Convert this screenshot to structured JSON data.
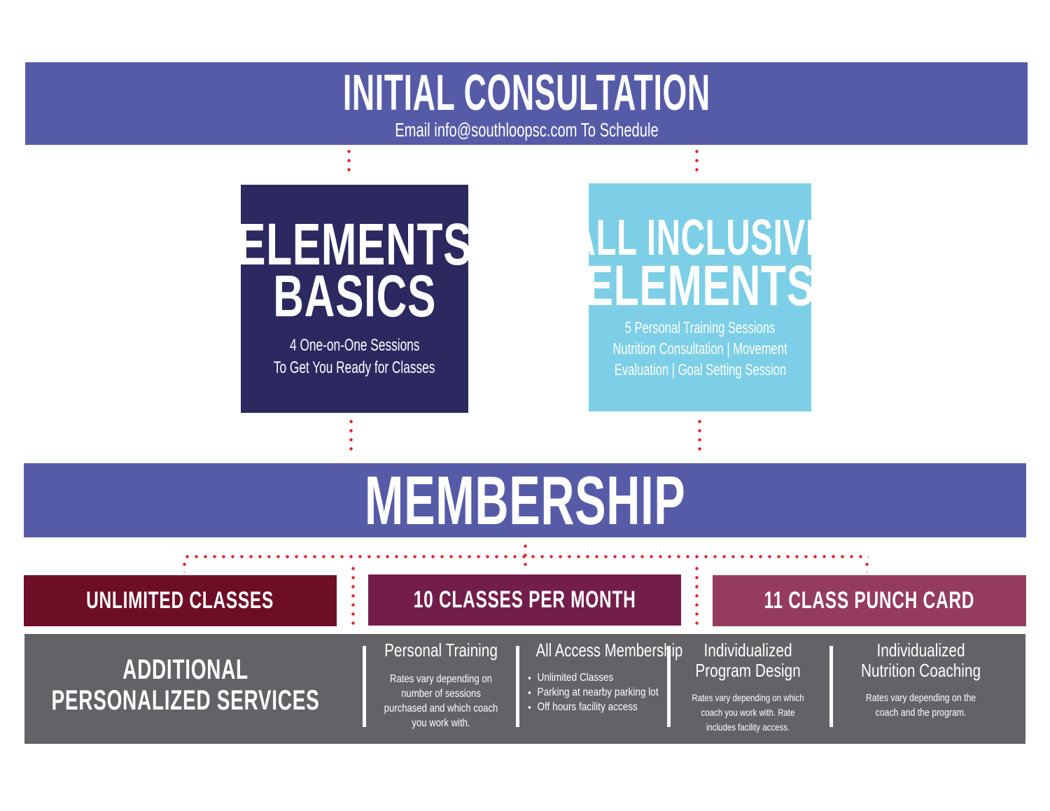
{
  "consultation": {
    "title": "INITIAL CONSULTATION",
    "subtitle": "Email info@southloopsc.com To Schedule"
  },
  "basics": {
    "title_1": "ELEMENTS",
    "title_2": "BASICS",
    "line_1": "4 One-on-One Sessions",
    "line_2": "To Get You Ready for Classes"
  },
  "inclusive": {
    "title_1": "ALL INCLUSIVE",
    "title_2": "ELEMENTS",
    "line_1": "5 Personal Training Sessions",
    "line_2": "Nutrition Consultation | Movement",
    "line_3": "Evaluation | Goal Setting Session"
  },
  "membership": {
    "title": "MEMBERSHIP"
  },
  "options": [
    {
      "label": "UNLIMITED CLASSES"
    },
    {
      "label": "10 CLASSES PER MONTH"
    },
    {
      "label": "11 CLASS PUNCH CARD"
    }
  ],
  "services": {
    "title": "ADDITIONAL PERSONALIZED SERVICES",
    "items": [
      {
        "title": "Personal Training",
        "desc": "Rates vary depending on number of sessions purchased and which coach you work with."
      },
      {
        "title": "All Access Membership",
        "bullets": [
          "Unlimited Classes",
          "Parking at nearby parking lot",
          "Off hours facility access"
        ]
      },
      {
        "title": "Individualized Program Design",
        "desc": "Rates vary depending on which coach you work with. Rate includes facility access."
      },
      {
        "title": "Individualized Nutrition Coaching",
        "desc": "Rates vary depending on the coach and the program."
      }
    ]
  },
  "colors": {
    "bar": "#565ba8",
    "navy": "#2b2960",
    "sky": "#7ccfe6",
    "red": "#6e0e26",
    "purple": "#731e4a",
    "rose": "#953c5e",
    "gray": "#636367",
    "dots": "#e0262e"
  }
}
